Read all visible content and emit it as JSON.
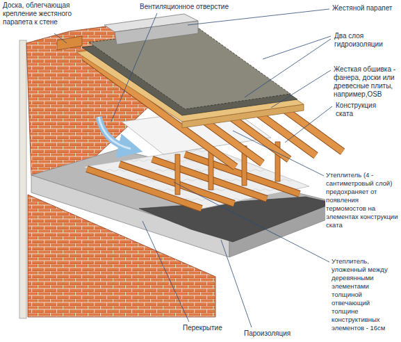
{
  "diagram": {
    "labels": [
      "Доска, облегчающая крепление жестяного парапета к стене",
      "Вентиляционное отверстие",
      "Жестяной парапет",
      "Два слоя гидроизоляции",
      "Жесткая обшивка - фанера, доски или древесные плиты, например,OSB",
      "Конструкция ската",
      "Утеплитель (4 - сантиметровый слой) предохраняет от появления термомостов на элементах конструкции ската",
      "Утеплитель, уложенный между деревянными элементами толщиной отвечающий толщине конструктивных элементов - 16см",
      "Перекрытие",
      "Пароизоляция"
    ]
  }
}
